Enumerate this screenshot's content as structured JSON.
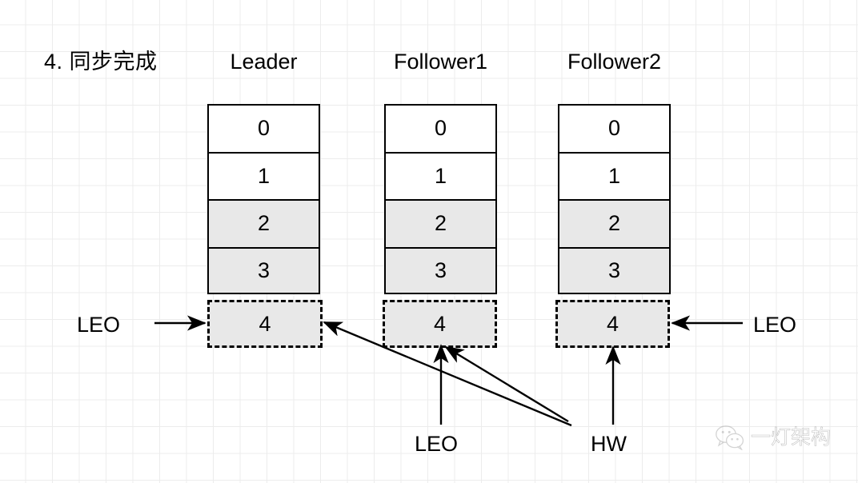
{
  "diagram": {
    "step_title": "4. 同步完成",
    "columns": [
      {
        "name": "leader",
        "header": "Leader",
        "cells": [
          {
            "value": "0",
            "shaded": false,
            "dashed": false
          },
          {
            "value": "1",
            "shaded": false,
            "dashed": false
          },
          {
            "value": "2",
            "shaded": true,
            "dashed": false
          },
          {
            "value": "3",
            "shaded": true,
            "dashed": false
          },
          {
            "value": "4",
            "shaded": true,
            "dashed": true
          }
        ]
      },
      {
        "name": "follower1",
        "header": "Follower1",
        "cells": [
          {
            "value": "0",
            "shaded": false,
            "dashed": false
          },
          {
            "value": "1",
            "shaded": false,
            "dashed": false
          },
          {
            "value": "2",
            "shaded": true,
            "dashed": false
          },
          {
            "value": "3",
            "shaded": true,
            "dashed": false
          },
          {
            "value": "4",
            "shaded": true,
            "dashed": true
          }
        ]
      },
      {
        "name": "follower2",
        "header": "Follower2",
        "cells": [
          {
            "value": "0",
            "shaded": false,
            "dashed": false
          },
          {
            "value": "1",
            "shaded": false,
            "dashed": false
          },
          {
            "value": "2",
            "shaded": true,
            "dashed": false
          },
          {
            "value": "3",
            "shaded": true,
            "dashed": false
          },
          {
            "value": "4",
            "shaded": true,
            "dashed": true
          }
        ]
      }
    ],
    "annotations": {
      "leo_left": "LEO",
      "leo_right": "LEO",
      "leo_bottom": "LEO",
      "hw_bottom": "HW"
    },
    "colors": {
      "shaded_cell": "#e8e8e8",
      "cell_border": "#000000",
      "grid_line": "#ececec",
      "text": "#000000"
    }
  },
  "watermark": {
    "text": "一灯架构",
    "icon": "wechat-icon"
  }
}
